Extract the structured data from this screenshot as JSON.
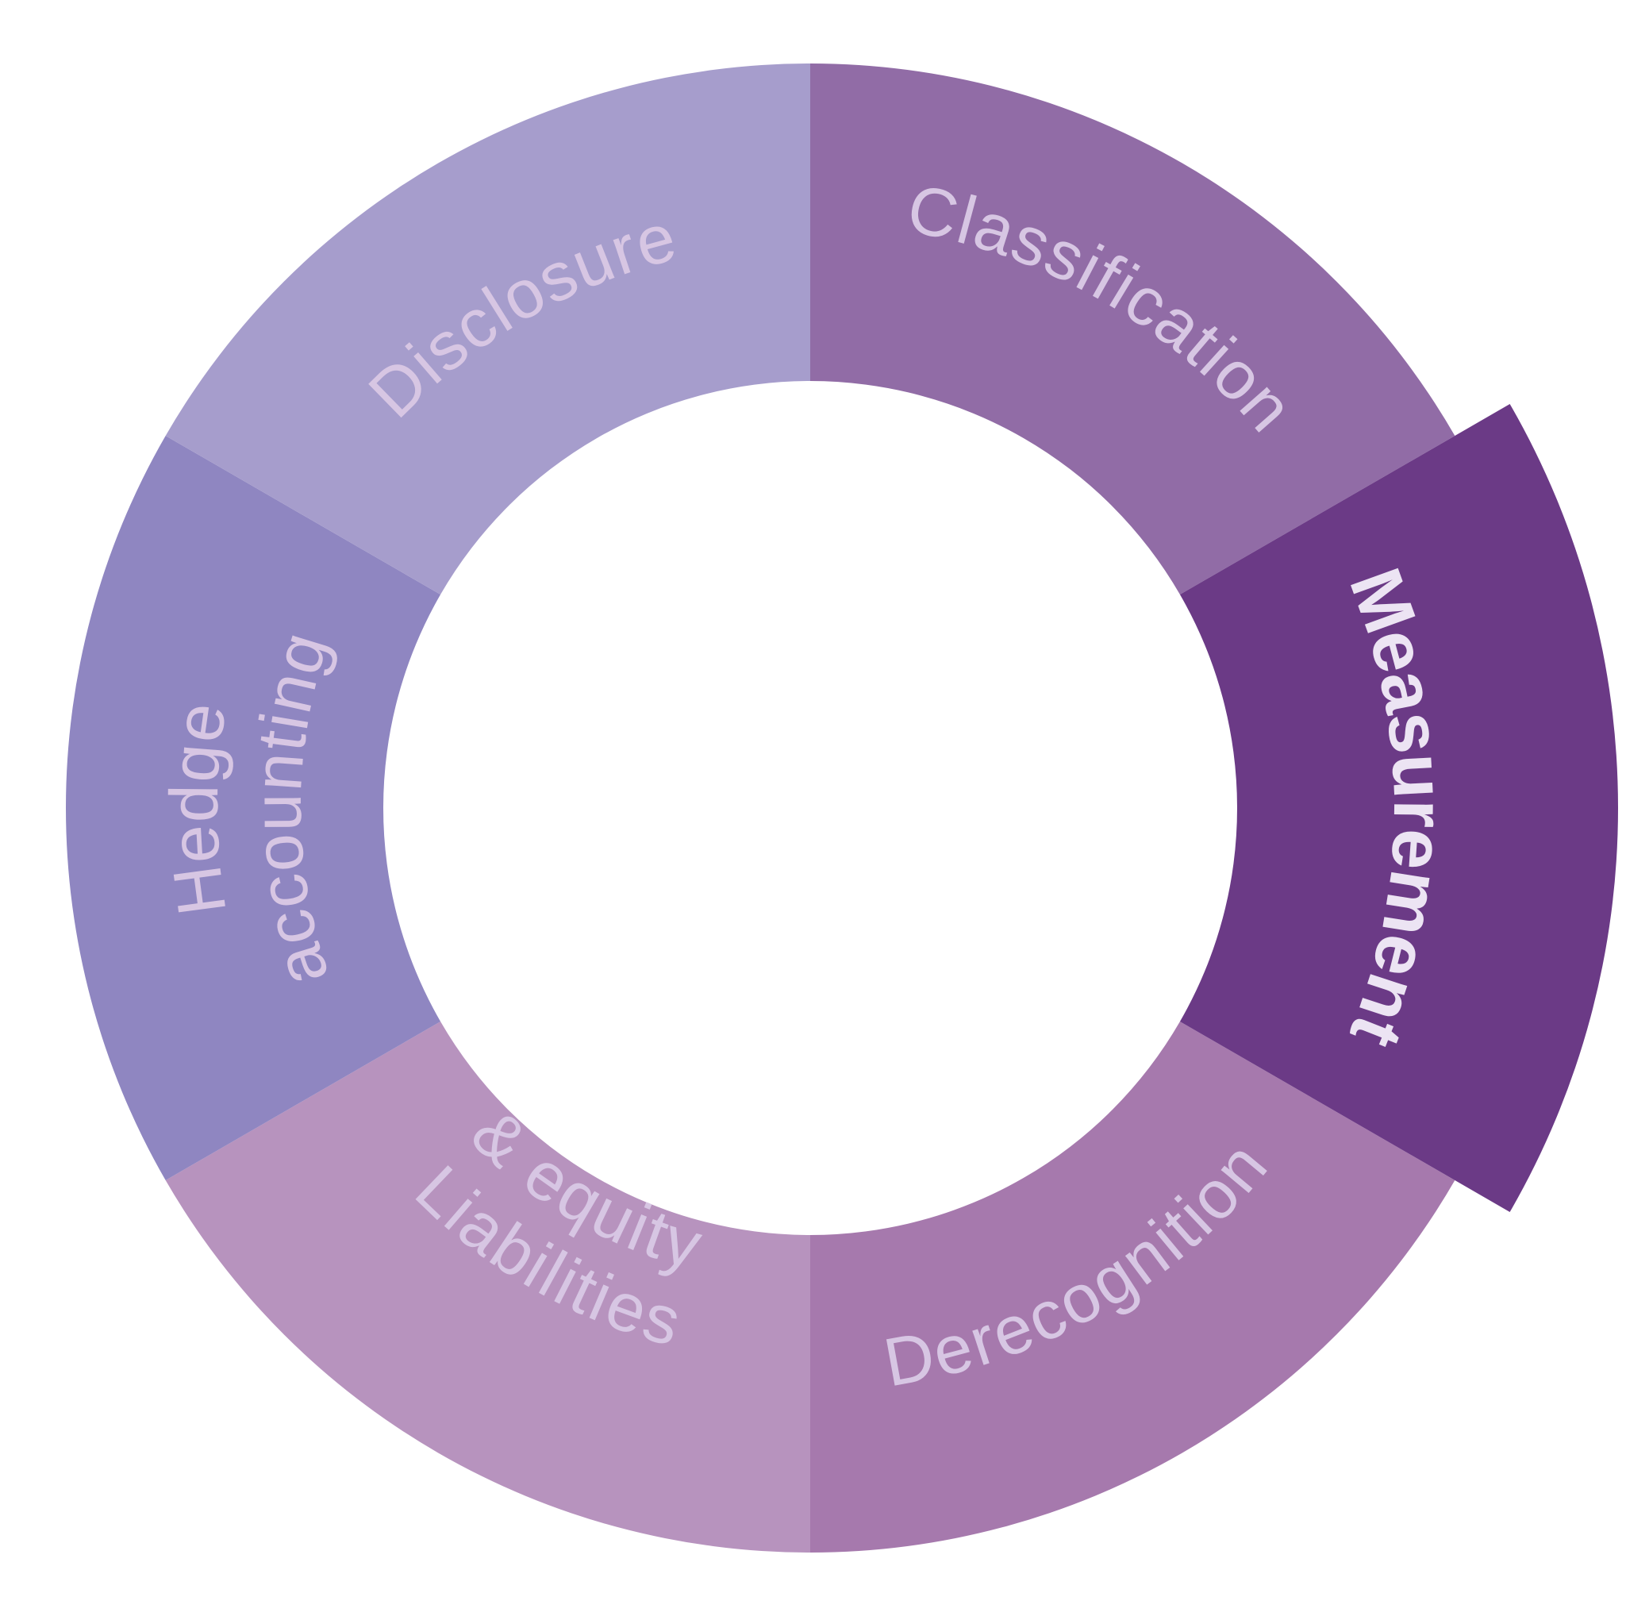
{
  "diagram": {
    "title": "Financial instruments topics wheel",
    "active_segment": "measurement",
    "label_color": "#d7c6e3",
    "active_label_color": "#ece4f3",
    "segments": [
      {
        "id": "classification",
        "lines": [
          "Classification"
        ],
        "color": "#916ca6",
        "active": false
      },
      {
        "id": "measurement",
        "lines": [
          "Measurement"
        ],
        "color": "#6b3a86",
        "active": true
      },
      {
        "id": "derecognition",
        "lines": [
          "Derecognition"
        ],
        "color": "#a679ad",
        "active": false
      },
      {
        "id": "liabilities-equity",
        "lines": [
          "Liabilities",
          "& equity"
        ],
        "color": "#b793be",
        "active": false
      },
      {
        "id": "hedge-accounting",
        "lines": [
          "Hedge",
          "accounting"
        ],
        "color": "#8f86c1",
        "active": false
      },
      {
        "id": "disclosure",
        "lines": [
          "Disclosure"
        ],
        "color": "#a69dcc",
        "active": false
      }
    ]
  }
}
